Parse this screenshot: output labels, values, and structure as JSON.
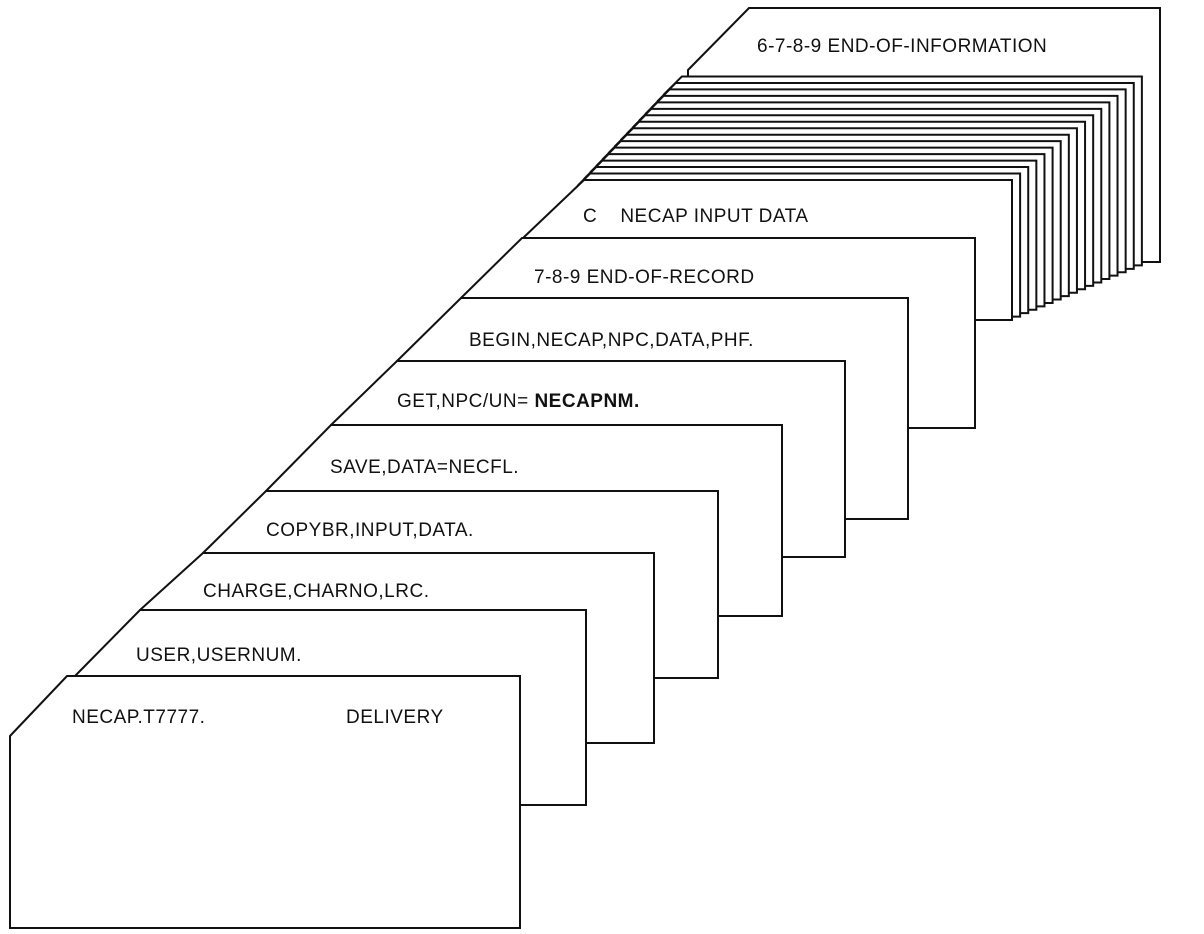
{
  "deck": {
    "cards": [
      {
        "id": "end-of-information",
        "text": "6-7-8-9 END-OF-INFORMATION"
      },
      {
        "id": "input-data",
        "text": "C    NECAP INPUT DATA"
      },
      {
        "id": "end-of-record",
        "text": "7-8-9 END-OF-RECORD"
      },
      {
        "id": "begin",
        "text": "BEGIN,NECAP,NPC,DATA,PHF."
      },
      {
        "id": "get",
        "text": "GET,NPC/UN= ",
        "bold_text": "NECAPNM."
      },
      {
        "id": "save",
        "text": "SAVE,DATA=NECFL."
      },
      {
        "id": "copybr",
        "text": "COPYBR,INPUT,DATA."
      },
      {
        "id": "charge",
        "text": "CHARGE,CHARNO,LRC."
      },
      {
        "id": "user",
        "text": "USER,USERNUM."
      },
      {
        "id": "job",
        "text": "NECAP.T7777.",
        "text2": "DELIVERY"
      }
    ]
  },
  "colors": {
    "ink": "#111111",
    "card": "#ffffff"
  }
}
